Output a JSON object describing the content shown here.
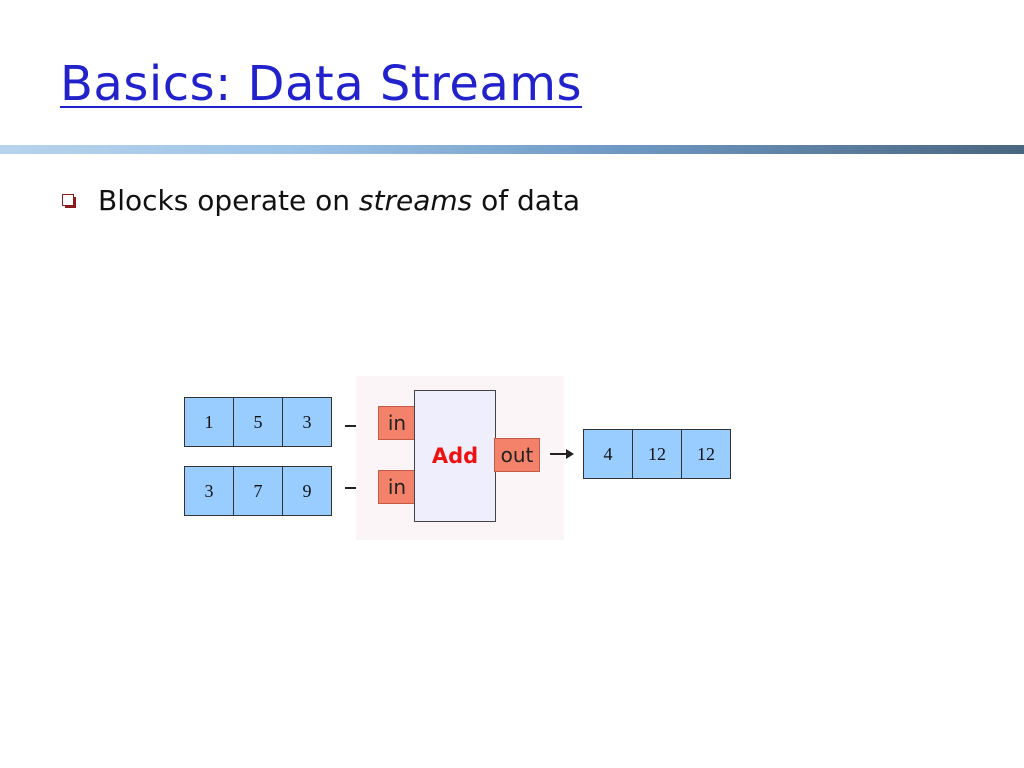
{
  "slide": {
    "title": "Basics: Data Streams",
    "bullet": {
      "before": "Blocks operate on ",
      "emphasis": "streams",
      "after": " of data"
    }
  },
  "diagram": {
    "input_stream_1": [
      "1",
      "5",
      "3"
    ],
    "input_stream_2": [
      "3",
      "7",
      "9"
    ],
    "output_stream": [
      "4",
      "12",
      "12"
    ],
    "block": {
      "name": "Add",
      "input_port_1": "in",
      "input_port_2": "in",
      "output_port": "out"
    }
  }
}
